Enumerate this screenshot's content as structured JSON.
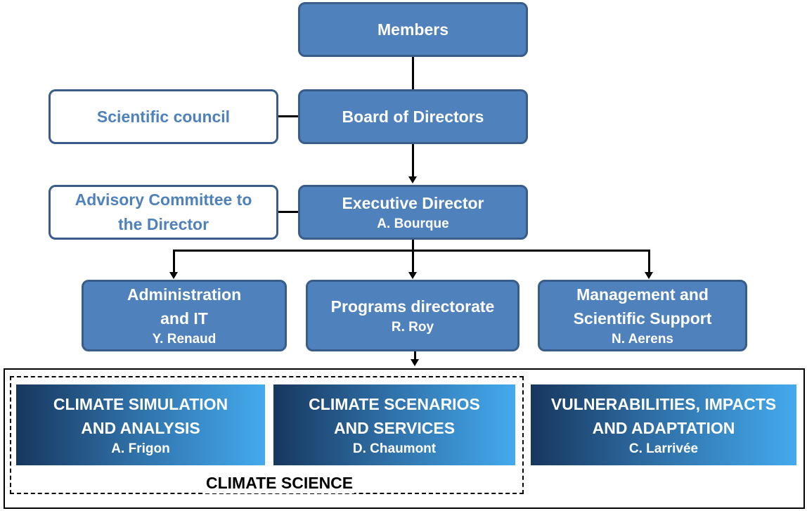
{
  "top": {
    "label": "Members"
  },
  "board": {
    "label": "Board of Directors"
  },
  "scientific_council": {
    "label": "Scientific council"
  },
  "advisory": {
    "line1": "Advisory Committee to",
    "line2": "the Director"
  },
  "executive": {
    "title": "Executive Director",
    "name": "A. Bourque"
  },
  "administration": {
    "line1": "Administration",
    "line2": "and IT",
    "name": "Y. Renaud"
  },
  "programs": {
    "title": "Programs directorate",
    "name": "R. Roy"
  },
  "management": {
    "line1": "Management and",
    "line2": "Scientific Support",
    "name": "N. Aerens"
  },
  "climate_simulation": {
    "line1": "CLIMATE SIMULATION",
    "line2": "AND ANALYSIS",
    "name": "A. Frigon"
  },
  "climate_scenarios": {
    "line1": "CLIMATE SCENARIOS",
    "line2": "AND SERVICES",
    "name": "D. Chaumont"
  },
  "vulnerabilities": {
    "line1": "VULNERABILITIES, IMPACTS",
    "line2": "AND ADAPTATION",
    "name": "C. Larrivée"
  },
  "climate_science": {
    "label": "CLIMATE SCIENCE"
  },
  "colors": {
    "node_fill": "#4f81bd",
    "node_border": "#385d8a",
    "gradient_dark": "#17375e",
    "gradient_light": "#44aaee",
    "connector": "#000000"
  }
}
